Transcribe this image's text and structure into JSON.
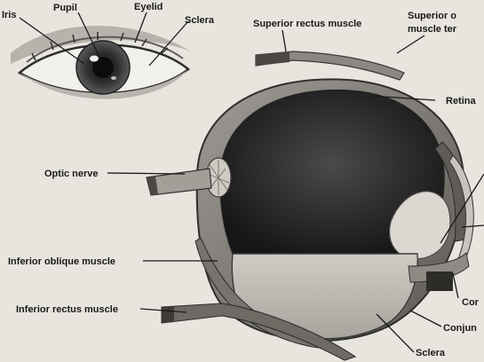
{
  "labels": {
    "iris": "Iris",
    "pupil": "Pupil",
    "eyelid": "Eyelid",
    "sclera_top": "Sclera",
    "superior_rectus": "Superior rectus muscle",
    "superior_oblique_1": "Superior o",
    "superior_oblique_2": "muscle ter",
    "retina": "Retina",
    "optic_nerve": "Optic nerve",
    "inferior_oblique": "Inferior oblique muscle",
    "inferior_rectus": "Inferior rectus muscle",
    "cornea": "Cor",
    "conjunctiva": "Conjun",
    "sclera_bottom": "Sclera"
  }
}
